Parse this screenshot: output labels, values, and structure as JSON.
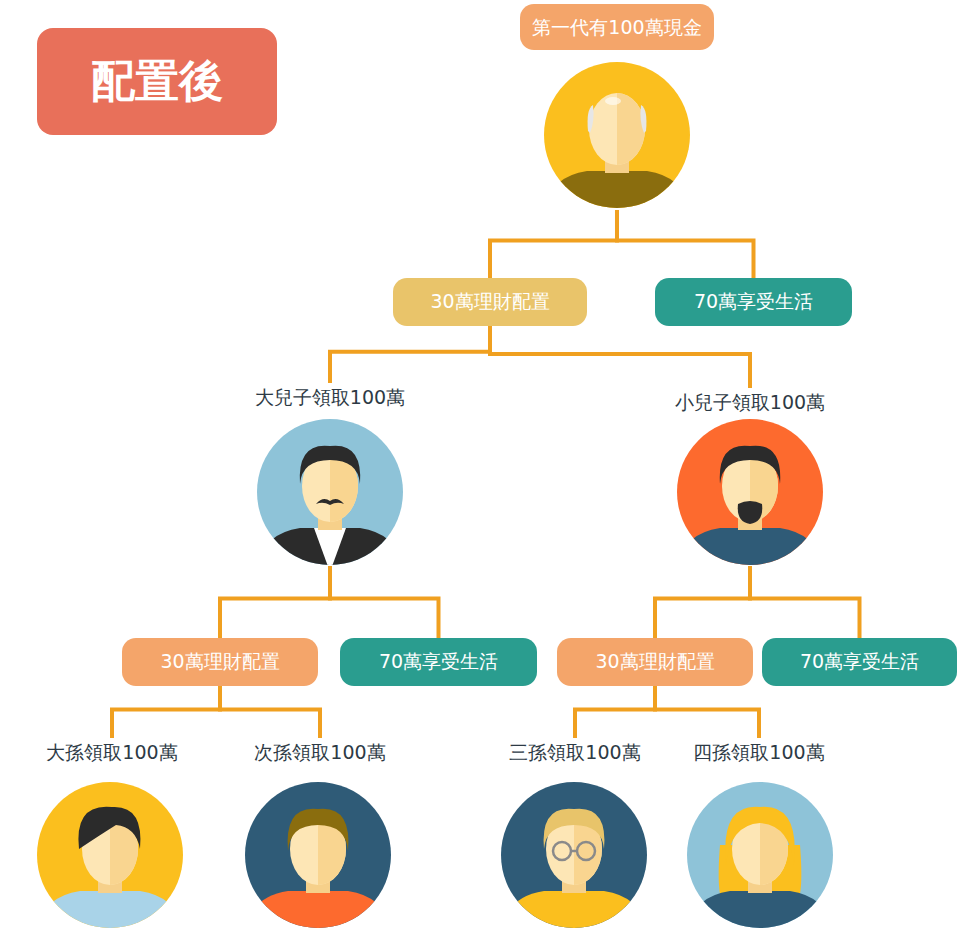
{
  "diagram": {
    "nodes": [
      {
        "text": [
          "配置後"
        ]
      },
      {
        "text": [
          "第一代有100萬現金"
        ]
      },
      {
        "text": [
          "30萬理財配置"
        ]
      },
      {
        "text": [
          "70萬享受生活"
        ]
      },
      {
        "text": [
          "大兒子領取100萬"
        ]
      },
      {
        "text": [
          "小兒子領取100萬"
        ]
      },
      {
        "text": [
          "30萬理財配置"
        ]
      },
      {
        "text": [
          "70萬享受生活"
        ]
      },
      {
        "text": [
          "30萬理財配置"
        ]
      },
      {
        "text": [
          "70萬享受生活"
        ]
      },
      {
        "text": [
          "大孫領取100萬"
        ]
      },
      {
        "text": [
          "次孫領取100萬"
        ]
      },
      {
        "text": [
          "三孫領取100萬"
        ]
      },
      {
        "text": [
          "四孫領取100萬"
        ]
      }
    ],
    "edges": [
      {
        "from": 1,
        "to": 2,
        "arrow": "none"
      },
      {
        "from": 1,
        "to": 3,
        "arrow": "none"
      },
      {
        "from": 2,
        "to": 4,
        "arrow": "none"
      },
      {
        "from": 2,
        "to": 5,
        "arrow": "none"
      },
      {
        "from": 4,
        "to": 6,
        "arrow": "none"
      },
      {
        "from": 4,
        "to": 7,
        "arrow": "none"
      },
      {
        "from": 5,
        "to": 8,
        "arrow": "none"
      },
      {
        "from": 5,
        "to": 9,
        "arrow": "none"
      },
      {
        "from": 6,
        "to": 10,
        "arrow": "none"
      },
      {
        "from": 6,
        "to": 11,
        "arrow": "none"
      },
      {
        "from": 8,
        "to": 12,
        "arrow": "none"
      },
      {
        "from": 8,
        "to": 13,
        "arrow": "none"
      }
    ]
  }
}
